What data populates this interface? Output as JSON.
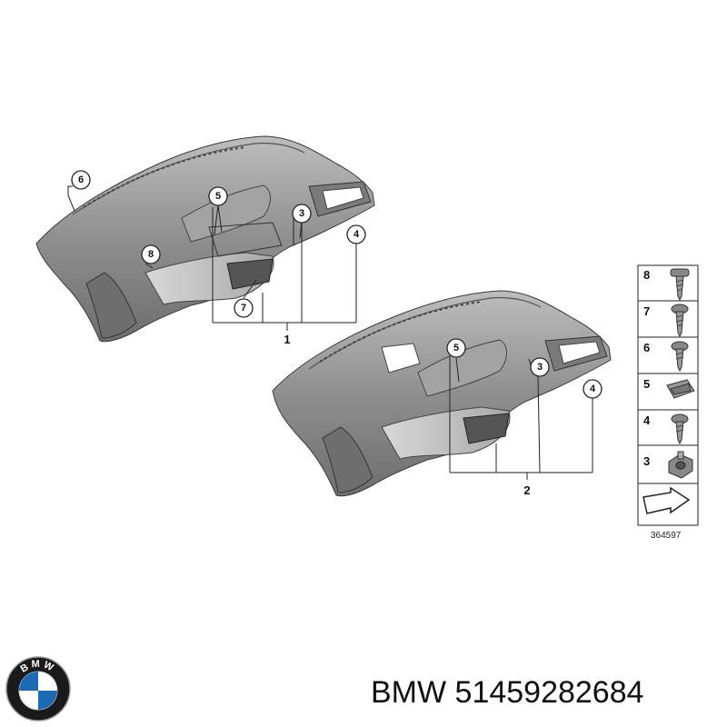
{
  "diagram": {
    "assemblies": [
      {
        "number": "1",
        "callouts": [
          "6",
          "5",
          "3",
          "4",
          "8",
          "7"
        ]
      },
      {
        "number": "2",
        "callouts": [
          "5",
          "3",
          "4"
        ]
      }
    ],
    "legend": {
      "items": [
        {
          "number": "8",
          "icon": "screw-icon"
        },
        {
          "number": "7",
          "icon": "screw-icon"
        },
        {
          "number": "6",
          "icon": "screw-icon"
        },
        {
          "number": "5",
          "icon": "clip-icon"
        },
        {
          "number": "4",
          "icon": "screw-icon"
        },
        {
          "number": "3",
          "icon": "nut-icon"
        }
      ],
      "arrow_icon": "direction-arrow-icon",
      "code": "364597"
    }
  },
  "footer": {
    "logo_text": "BMW",
    "part_label": "BMW 51459282684"
  },
  "colors": {
    "dashboard_fill": "#8e8e8e",
    "dashboard_highlight": "#b4b4b4",
    "line": "#222222"
  }
}
